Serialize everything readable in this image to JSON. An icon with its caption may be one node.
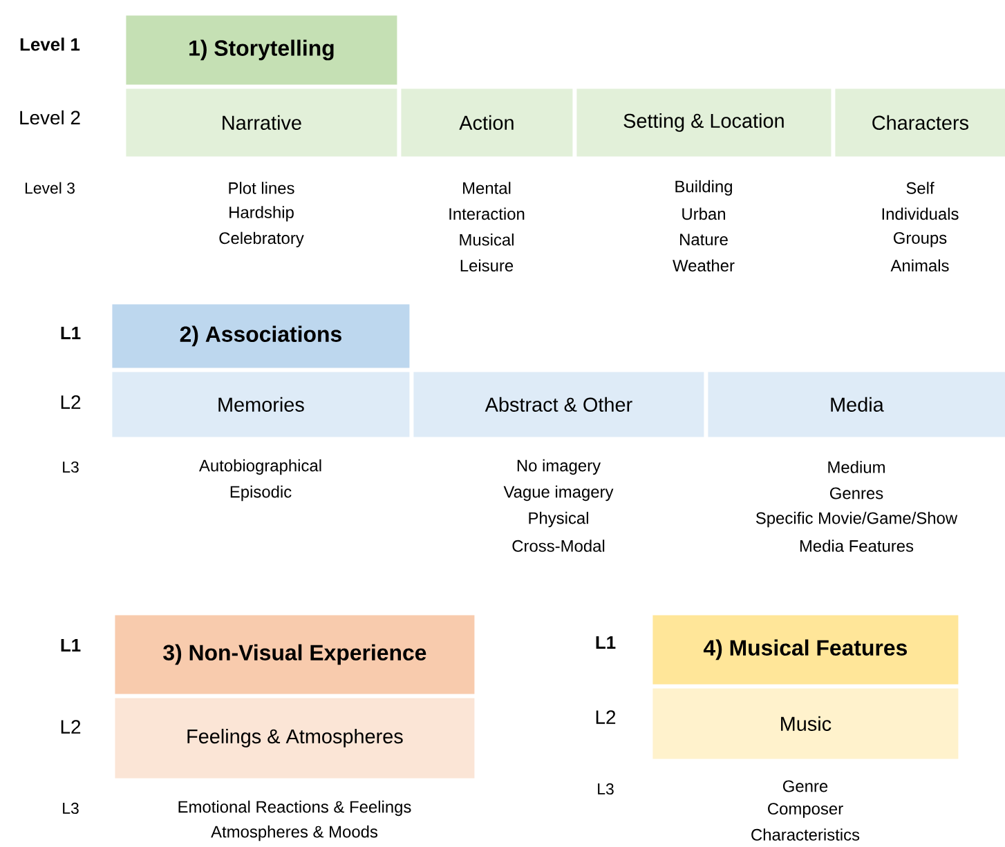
{
  "diagram": {
    "nodes": [
      {
        "text": [
          "1) Storytelling"
        ]
      },
      {
        "text": [
          "Narrative"
        ],
        "beside": [
          "Plot lines",
          "Hardship",
          "Celebratory"
        ]
      },
      {
        "text": [
          "Action"
        ],
        "beside": [
          "Mental",
          "Interaction",
          "Musical",
          "Leisure"
        ]
      },
      {
        "text": [
          "Setting & Location"
        ],
        "beside": [
          "Building",
          "Urban",
          "Nature",
          "Weather"
        ]
      },
      {
        "text": [
          "Characters"
        ],
        "beside": [
          "Self",
          "Individuals",
          "Groups",
          "Animals"
        ]
      },
      {
        "text": [
          "2) Associations"
        ]
      },
      {
        "text": [
          "Memories"
        ],
        "beside": [
          "Autobiographical",
          "Episodic"
        ]
      },
      {
        "text": [
          "Abstract & Other"
        ],
        "beside": [
          "No imagery",
          "Vague imagery",
          "Physical",
          "Cross-Modal"
        ]
      },
      {
        "text": [
          "Media"
        ],
        "beside": [
          "Medium",
          "Genres",
          "Specific Movie/Game/Show",
          "Media Features"
        ]
      },
      {
        "text": [
          "3) Non-Visual Experience"
        ]
      },
      {
        "text": [
          "Feelings & Atmospheres"
        ],
        "beside": [
          "Emotional Reactions & Feelings",
          "Atmospheres & Moods"
        ]
      },
      {
        "text": [
          "4) Musical Features"
        ]
      },
      {
        "text": [
          "Music"
        ],
        "beside": [
          "Genre",
          "Composer",
          "Characteristics"
        ]
      }
    ],
    "labels": [
      "Level 1",
      "Level 2",
      "Level 3",
      "L1",
      "L2",
      "L3",
      "L1",
      "L2",
      "L3",
      "L1",
      "L2",
      "L3"
    ]
  }
}
